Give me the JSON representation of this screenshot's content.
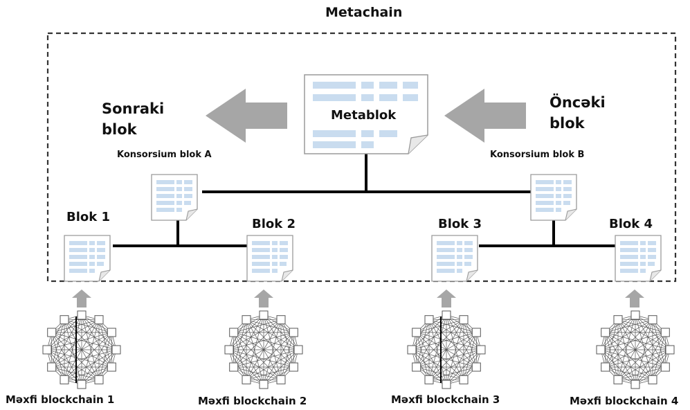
{
  "diagram": {
    "title": "Metachain",
    "metablock": "Metablok",
    "next_block": {
      "line1": "Sonraki",
      "line2": "blok"
    },
    "prev_block": {
      "line1": "Öncəki",
      "line2": "blok"
    },
    "consortium_a": "Konsorsium blok A",
    "consortium_b": "Konsorsium blok B",
    "blocks": [
      "Blok 1",
      "Blok 2",
      "Blok 3",
      "Blok 4"
    ],
    "networks": [
      "Məxfi blockchain 1",
      "Məxfi blockchain 2",
      "Məxfi blockchain 3",
      "Məxfi blockchain 4"
    ]
  },
  "colors": {
    "doc_stripe": "#c9dcef",
    "doc_border": "#9a9a9a",
    "arrow_gray": "#a6a6a6",
    "line": "#000000"
  },
  "icons": [
    "document-icon",
    "left-arrow-icon",
    "up-arrow-icon",
    "network-node-icon"
  ]
}
